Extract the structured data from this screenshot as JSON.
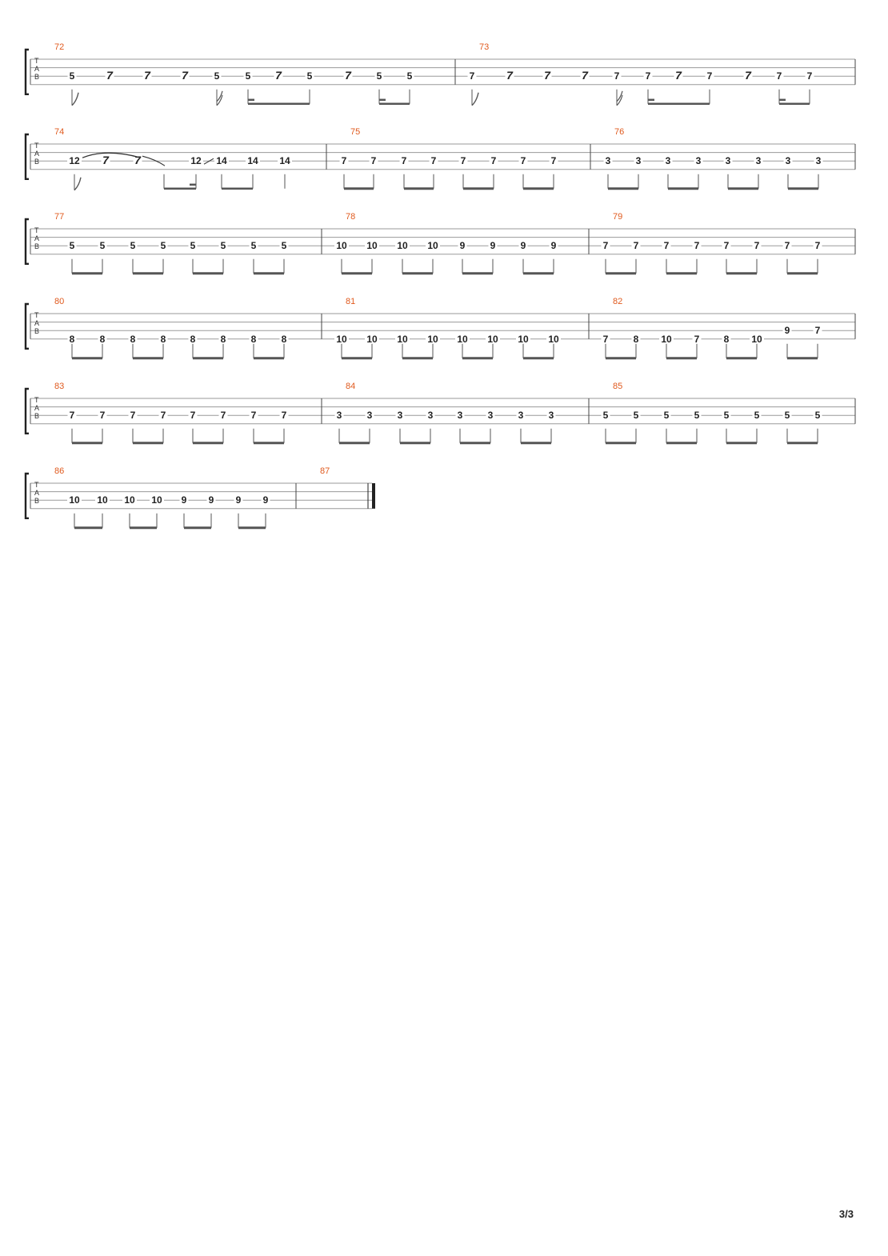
{
  "tab_label": [
    "T",
    "A",
    "B"
  ],
  "page": {
    "number": "3/3"
  },
  "systems": [
    {
      "measures": [
        {
          "number": "72",
          "notes": [
            {
              "fret": "5",
              "string": 2
            },
            {
              "rest": "7",
              "string": 2
            },
            {
              "rest": "7",
              "string": 2
            },
            {
              "rest": "7",
              "string": 2
            },
            {
              "fret": "5",
              "string": 2
            },
            {
              "fret": "5",
              "string": 2
            },
            {
              "rest": "7",
              "string": 2
            },
            {
              "fret": "5",
              "string": 2
            },
            {
              "rest": "7",
              "string": 2
            },
            {
              "fret": "5",
              "string": 2
            },
            {
              "fret": "5",
              "string": 2
            }
          ]
        },
        {
          "number": "73",
          "notes": [
            {
              "fret": "7",
              "string": 2
            },
            {
              "rest": "7",
              "string": 2
            },
            {
              "rest": "7",
              "string": 2
            },
            {
              "rest": "7",
              "string": 2
            },
            {
              "fret": "7",
              "string": 2
            },
            {
              "fret": "7",
              "string": 2
            },
            {
              "rest": "7",
              "string": 2
            },
            {
              "fret": "7",
              "string": 2
            },
            {
              "rest": "7",
              "string": 2
            },
            {
              "fret": "7",
              "string": 2
            },
            {
              "fret": "7",
              "string": 2
            }
          ]
        }
      ]
    },
    {
      "measures": [
        {
          "number": "74",
          "notes": [
            {
              "fret": "12",
              "string": 2
            },
            {
              "rest": "7",
              "string": 2
            },
            {
              "rest": "7",
              "string": 2
            },
            {
              "fret": "12",
              "string": 2
            },
            {
              "fret": "14",
              "string": 2
            },
            {
              "fret": "14",
              "string": 2
            },
            {
              "fret": "14",
              "string": 2
            }
          ]
        },
        {
          "number": "75",
          "notes": [
            {
              "fret": "7",
              "string": 2
            },
            {
              "fret": "7",
              "string": 2
            },
            {
              "fret": "7",
              "string": 2
            },
            {
              "fret": "7",
              "string": 2
            },
            {
              "fret": "7",
              "string": 2
            },
            {
              "fret": "7",
              "string": 2
            },
            {
              "fret": "7",
              "string": 2
            },
            {
              "fret": "7",
              "string": 2
            }
          ]
        },
        {
          "number": "76",
          "notes": [
            {
              "fret": "3",
              "string": 2
            },
            {
              "fret": "3",
              "string": 2
            },
            {
              "fret": "3",
              "string": 2
            },
            {
              "fret": "3",
              "string": 2
            },
            {
              "fret": "3",
              "string": 2
            },
            {
              "fret": "3",
              "string": 2
            },
            {
              "fret": "3",
              "string": 2
            },
            {
              "fret": "3",
              "string": 2
            }
          ]
        }
      ]
    },
    {
      "measures": [
        {
          "number": "77",
          "notes": [
            {
              "fret": "5",
              "string": 2
            },
            {
              "fret": "5",
              "string": 2
            },
            {
              "fret": "5",
              "string": 2
            },
            {
              "fret": "5",
              "string": 2
            },
            {
              "fret": "5",
              "string": 2
            },
            {
              "fret": "5",
              "string": 2
            },
            {
              "fret": "5",
              "string": 2
            },
            {
              "fret": "5",
              "string": 2
            }
          ]
        },
        {
          "number": "78",
          "notes": [
            {
              "fret": "10",
              "string": 2
            },
            {
              "fret": "10",
              "string": 2
            },
            {
              "fret": "10",
              "string": 2
            },
            {
              "fret": "10",
              "string": 2
            },
            {
              "fret": "9",
              "string": 2
            },
            {
              "fret": "9",
              "string": 2
            },
            {
              "fret": "9",
              "string": 2
            },
            {
              "fret": "9",
              "string": 2
            }
          ]
        },
        {
          "number": "79",
          "notes": [
            {
              "fret": "7",
              "string": 2
            },
            {
              "fret": "7",
              "string": 2
            },
            {
              "fret": "7",
              "string": 2
            },
            {
              "fret": "7",
              "string": 2
            },
            {
              "fret": "7",
              "string": 2
            },
            {
              "fret": "7",
              "string": 2
            },
            {
              "fret": "7",
              "string": 2
            },
            {
              "fret": "7",
              "string": 2
            }
          ]
        }
      ]
    },
    {
      "measures": [
        {
          "number": "80",
          "notes": [
            {
              "fret": "8",
              "string": 3
            },
            {
              "fret": "8",
              "string": 3
            },
            {
              "fret": "8",
              "string": 3
            },
            {
              "fret": "8",
              "string": 3
            },
            {
              "fret": "8",
              "string": 3
            },
            {
              "fret": "8",
              "string": 3
            },
            {
              "fret": "8",
              "string": 3
            },
            {
              "fret": "8",
              "string": 3
            }
          ]
        },
        {
          "number": "81",
          "notes": [
            {
              "fret": "10",
              "string": 3
            },
            {
              "fret": "10",
              "string": 3
            },
            {
              "fret": "10",
              "string": 3
            },
            {
              "fret": "10",
              "string": 3
            },
            {
              "fret": "10",
              "string": 3
            },
            {
              "fret": "10",
              "string": 3
            },
            {
              "fret": "10",
              "string": 3
            },
            {
              "fret": "10",
              "string": 3
            }
          ]
        },
        {
          "number": "82",
          "notes": [
            {
              "fret": "7",
              "string": 3
            },
            {
              "fret": "8",
              "string": 3
            },
            {
              "fret": "10",
              "string": 3
            },
            {
              "fret": "7",
              "string": 3
            },
            {
              "fret": "8",
              "string": 3
            },
            {
              "fret": "10",
              "string": 3
            },
            {
              "fret": "9",
              "string": 2
            },
            {
              "fret": "7",
              "string": 2
            }
          ]
        }
      ]
    },
    {
      "measures": [
        {
          "number": "83",
          "notes": [
            {
              "fret": "7",
              "string": 2
            },
            {
              "fret": "7",
              "string": 2
            },
            {
              "fret": "7",
              "string": 2
            },
            {
              "fret": "7",
              "string": 2
            },
            {
              "fret": "7",
              "string": 2
            },
            {
              "fret": "7",
              "string": 2
            },
            {
              "fret": "7",
              "string": 2
            },
            {
              "fret": "7",
              "string": 2
            }
          ]
        },
        {
          "number": "84",
          "notes": [
            {
              "fret": "3",
              "string": 2
            },
            {
              "fret": "3",
              "string": 2
            },
            {
              "fret": "3",
              "string": 2
            },
            {
              "fret": "3",
              "string": 2
            },
            {
              "fret": "3",
              "string": 2
            },
            {
              "fret": "3",
              "string": 2
            },
            {
              "fret": "3",
              "string": 2
            },
            {
              "fret": "3",
              "string": 2
            }
          ]
        },
        {
          "number": "85",
          "notes": [
            {
              "fret": "5",
              "string": 2
            },
            {
              "fret": "5",
              "string": 2
            },
            {
              "fret": "5",
              "string": 2
            },
            {
              "fret": "5",
              "string": 2
            },
            {
              "fret": "5",
              "string": 2
            },
            {
              "fret": "5",
              "string": 2
            },
            {
              "fret": "5",
              "string": 2
            },
            {
              "fret": "5",
              "string": 2
            }
          ]
        }
      ]
    },
    {
      "measures": [
        {
          "number": "86",
          "notes": [
            {
              "fret": "10",
              "string": 2
            },
            {
              "fret": "10",
              "string": 2
            },
            {
              "fret": "10",
              "string": 2
            },
            {
              "fret": "10",
              "string": 2
            },
            {
              "fret": "9",
              "string": 2
            },
            {
              "fret": "9",
              "string": 2
            },
            {
              "fret": "9",
              "string": 2
            },
            {
              "fret": "9",
              "string": 2
            }
          ]
        },
        {
          "number": "87",
          "notes": []
        }
      ]
    }
  ]
}
